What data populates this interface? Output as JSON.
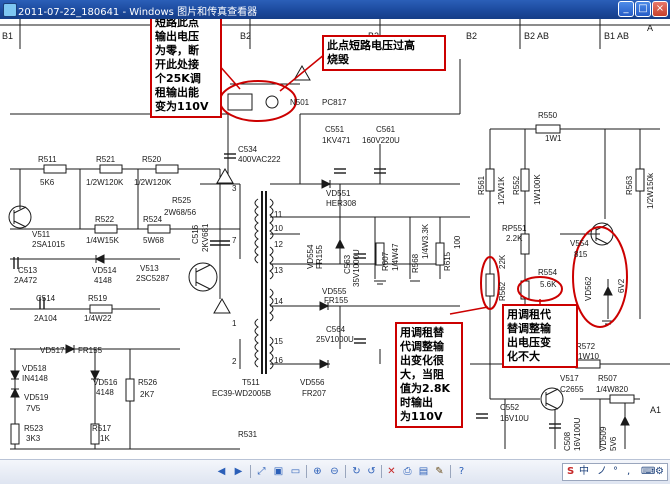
{
  "window": {
    "title": "2011-07-22_180641 - Windows 图片和传真查看器",
    "buttons": {
      "minimize": "_",
      "maximize": "□",
      "close": "×"
    }
  },
  "colors": {
    "titlebar": "#1c4a9e",
    "annotation_border": "#cc0000",
    "schematic_line": "#1a1a1a"
  },
  "annotations": {
    "note1": [
      "短路此点",
      "输出电压",
      "为零，断",
      "开此处接",
      "个25K调",
      "租输出能",
      "变为110V"
    ],
    "note2": [
      "此点短路电压过高",
      "烧毁"
    ],
    "note3": [
      "用调租替",
      "代调整输",
      "出变化很",
      "大，当阻",
      "值为2.8K",
      "时输出",
      "为110V"
    ],
    "note4": [
      "用调租代",
      "替调整输",
      "出电压变",
      "化不大"
    ]
  },
  "schematic": {
    "edge_labels": [
      "B1",
      "B2",
      "B2",
      "B2",
      "B2 AB",
      "B1 AB",
      "A",
      "A1"
    ],
    "top_parts": {
      "pc817": "PC817",
      "n501": "N501"
    },
    "components": {
      "c534": [
        "C534",
        "400VAC222"
      ],
      "c551": [
        "C551",
        "1KV471"
      ],
      "c561": [
        "C561",
        "160V220U"
      ],
      "vd551": [
        "VD551",
        "HER308"
      ],
      "r511": [
        "R511",
        "5K6"
      ],
      "r521": [
        "R521",
        "1/2W120K"
      ],
      "r520": [
        "R520",
        "1/2W120K"
      ],
      "r525": [
        "R525",
        "2W68/56"
      ],
      "v511": [
        "V511",
        "2SA1015"
      ],
      "r522": [
        "R522",
        "1/4W15K"
      ],
      "r524": [
        "R524",
        "5W68"
      ],
      "c516": [
        "C516",
        "2KV681"
      ],
      "v513": [
        "V513",
        "2SC5287"
      ],
      "c513": [
        "C513",
        "2A472"
      ],
      "vd514": [
        "VD514",
        "4148"
      ],
      "c514": [
        "C514",
        "2A104"
      ],
      "r519": [
        "R519",
        "1/4W22"
      ],
      "vd517": [
        "VD517",
        "FR155"
      ],
      "vd518": [
        "VD518",
        "IN4148"
      ],
      "vd519": [
        "VD519",
        "7V5"
      ],
      "vd516": [
        "VD516",
        "4148"
      ],
      "r526": [
        "R526",
        "2K7"
      ],
      "r523": [
        "R523",
        "3K3"
      ],
      "r517": [
        "R517",
        "1K"
      ],
      "vd554": [
        "VD554",
        "FR155"
      ],
      "c563": [
        "C563",
        "35V1000U"
      ],
      "r607": [
        "R607",
        "1/4W47"
      ],
      "r568": [
        "R568",
        "1/4W3.3K"
      ],
      "r615": [
        "R615",
        "100"
      ],
      "vd555": [
        "VD555",
        "FR155"
      ],
      "c564": [
        "C564",
        "25V1000U"
      ],
      "vd556": [
        "VD556",
        "FR207"
      ],
      "t511": [
        "T511",
        "EC39-WD2005B"
      ],
      "r531": [
        "R531"
      ],
      "r561": [
        "R561",
        "1/2W1K"
      ],
      "r552": [
        "R552",
        "1W100K"
      ],
      "r550": [
        "R550",
        "1W1"
      ],
      "r563": [
        "R563",
        "1/2W150k"
      ],
      "rp551": [
        "RP551",
        "2.2K"
      ],
      "r562": [
        "R562",
        "22K"
      ],
      "r554": [
        "R554",
        "5.6K"
      ],
      "v554": [
        "V554",
        "815"
      ],
      "vd562": [
        "VD562",
        "6V2"
      ],
      "r572": [
        "R572",
        "1W10"
      ],
      "v517": [
        "V517",
        "C2655"
      ],
      "r507": [
        "R507",
        "1/4W820"
      ],
      "c552": [
        "C552",
        "16V10U"
      ],
      "c508": [
        "C508",
        "16V100U"
      ],
      "vd509": [
        "VD509",
        "5V6"
      ]
    },
    "pins": [
      "3",
      "7",
      "10",
      "11",
      "12",
      "13",
      "14",
      "15",
      "16",
      "1",
      "2"
    ]
  },
  "toolbar": {
    "icons": [
      "back-icon",
      "forward-icon",
      "best-fit-icon",
      "actual-size-icon",
      "slideshow-icon",
      "zoom-in-icon",
      "zoom-out-icon",
      "rotate-cw-icon",
      "rotate-ccw-icon",
      "delete-icon",
      "print-icon",
      "save-icon",
      "edit-icon",
      "help-icon"
    ],
    "ime_text": [
      "S",
      "中",
      "ノ",
      "°",
      ","
    ]
  }
}
